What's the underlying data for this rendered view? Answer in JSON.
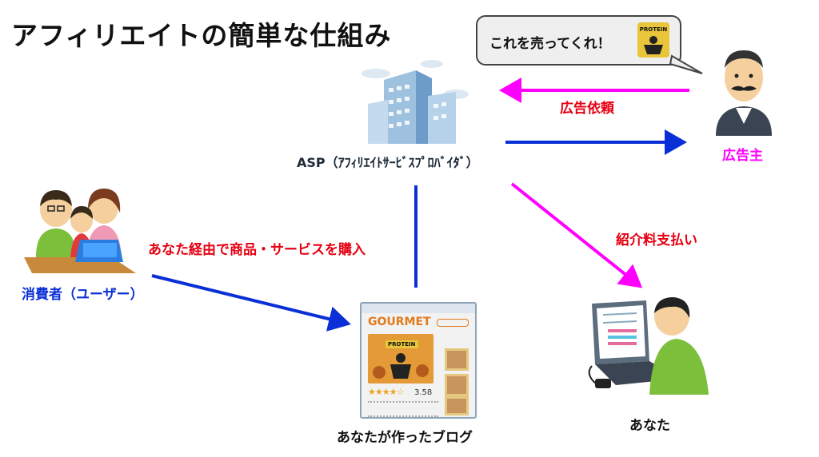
{
  "title": "アフィリエイトの簡単な仕組み",
  "speech_bubble": {
    "text": "これを売ってくれ！",
    "product_label": "PROTEIN"
  },
  "nodes": {
    "asp": "ASP（ｱﾌｨﾘｴｲﾄｻｰﾋﾞｽﾌﾟﾛﾊﾞｲﾀﾞ）",
    "advertiser": "広告主",
    "consumer": "消費者（ユーザー）",
    "blog": "あなたが作ったブログ",
    "you": "あなた"
  },
  "edges": {
    "ad_request": "広告依頼",
    "commission": "紹介料支払い",
    "purchase": "あなた経由で商品・サービスを購入"
  },
  "blog_mock": {
    "header": "GOURMET",
    "product_label": "PROTEIN",
    "rating": "3.58"
  },
  "colors": {
    "blue_arrow": "#0a2fd6",
    "magenta_arrow": "#ff00ff",
    "red_text": "#e60012"
  }
}
